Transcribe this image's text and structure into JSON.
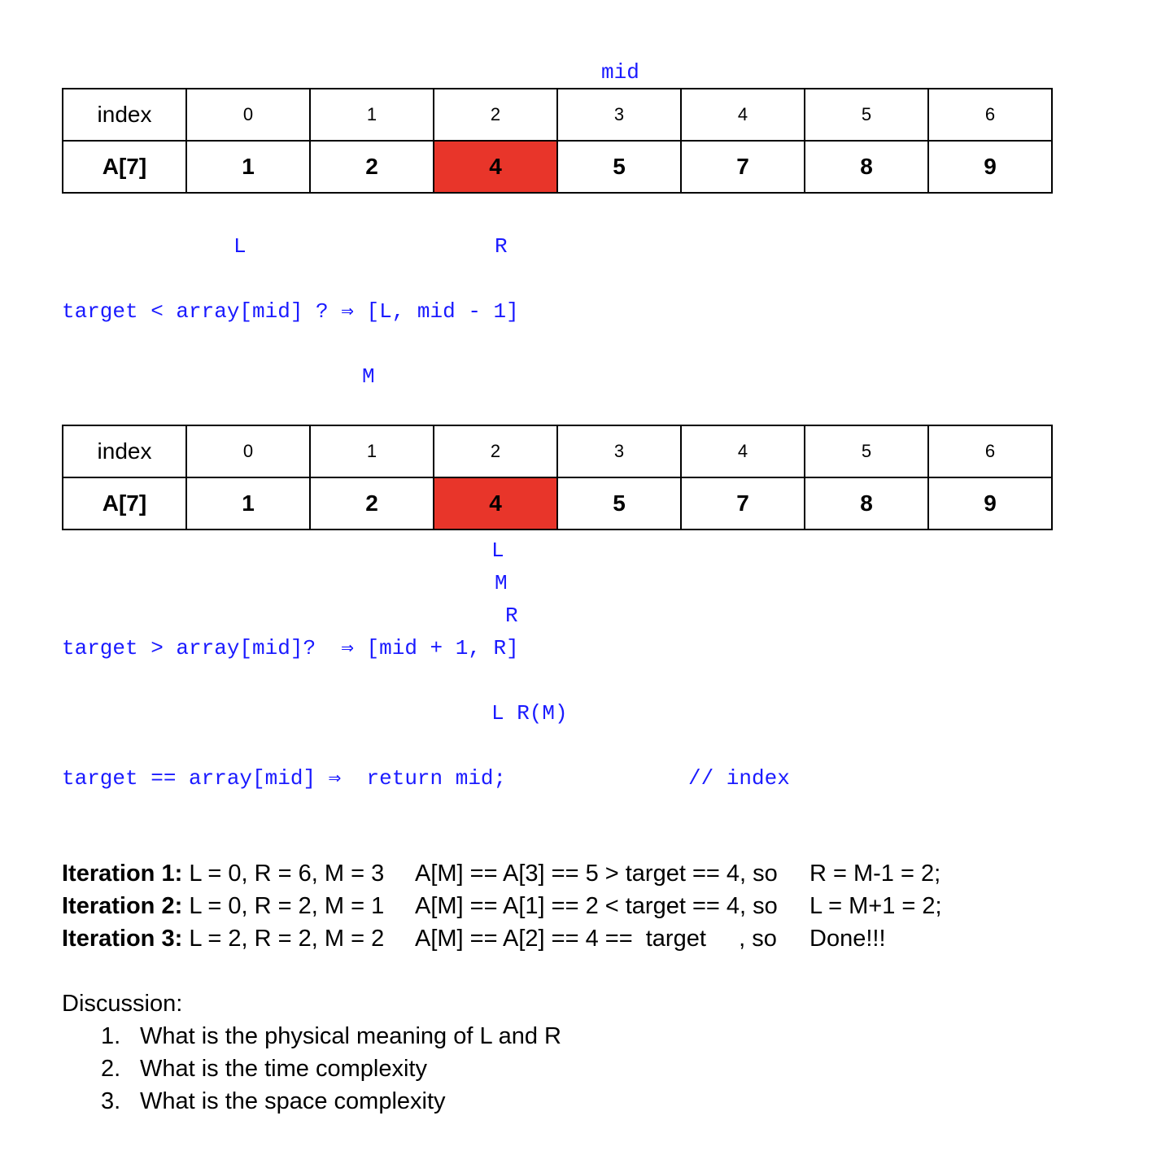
{
  "colors": {
    "annotation": "#1a1aff",
    "highlight": "#e8352a"
  },
  "labels": {
    "mid_top": "mid",
    "L1": "L",
    "R1": "R",
    "cond1": "target < array[mid] ? ⇒ [L, mid - 1]",
    "M2": "M",
    "L2": "L",
    "M2b": "M",
    "R2": "R",
    "cond2": "target > array[mid]?  ⇒ [mid + 1, R]",
    "LRM": "L R(M)",
    "cond3": "target == array[mid] ⇒  return mid;",
    "comment": "// index"
  },
  "table": {
    "index_label": "index",
    "array_label": "A[7]",
    "indices": [
      "0",
      "1",
      "2",
      "3",
      "4",
      "5",
      "6"
    ],
    "values": [
      "1",
      "2",
      "4",
      "5",
      "7",
      "8",
      "9"
    ],
    "highlight_index": 2
  },
  "iterations": [
    {
      "label": "Iteration 1:",
      "state": "L = 0, R = 6, M = 3",
      "compare": "A[M] == A[3] == 5 > target == 4, so",
      "result": "R = M-1 = 2;"
    },
    {
      "label": "Iteration 2:",
      "state": "L = 0, R = 2, M = 1",
      "compare": "A[M] == A[1] == 2 < target == 4, so",
      "result": "L = M+1 = 2;"
    },
    {
      "label": "Iteration 3:",
      "state": "L = 2, R = 2, M = 2",
      "compare": "A[M] == A[2] == 4 ==  target     , so",
      "result": "Done!!!"
    }
  ],
  "discussion": {
    "title": "Discussion:",
    "items": [
      "What is the physical meaning of L and R",
      "What is the time complexity",
      "What is the space complexity"
    ]
  }
}
